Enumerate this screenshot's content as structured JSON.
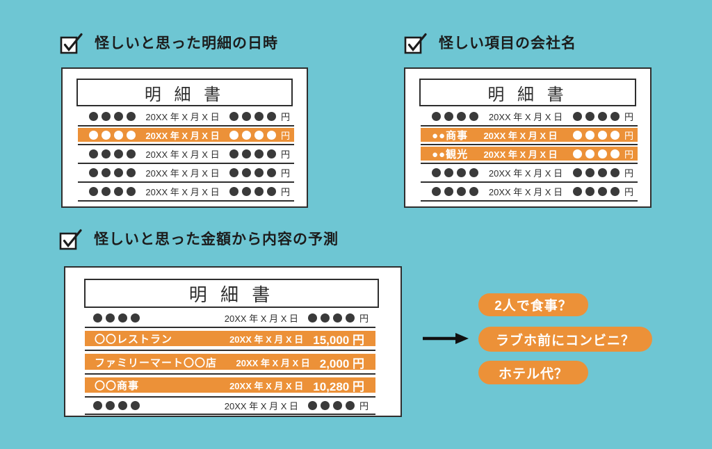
{
  "colors": {
    "background": "#6EC6D3",
    "highlight_orange": "#EC9138",
    "ink": "#2E2E2E",
    "dot_gray": "#3A3A3A",
    "white": "#FFFFFF"
  },
  "checklist": {
    "item1": "怪しいと思った明細の日時",
    "item2": "怪しい項目の会社名",
    "item3": "怪しいと思った金額から内容の予測"
  },
  "statement": {
    "title": "明 細 書",
    "date": "20XX 年 X 月 X 日",
    "yen": "円"
  },
  "company_card": {
    "row2_label": "●●商事",
    "row3_label": "●●観光"
  },
  "amount_card": {
    "rows": [
      {
        "label": "〇〇レストラン",
        "amount": "15,000 円"
      },
      {
        "label": "ファミリーマート〇〇店",
        "amount": "2,000 円"
      },
      {
        "label": "〇〇商事",
        "amount": "10,280 円"
      }
    ]
  },
  "guesses": {
    "badge1": "2人で食事？",
    "badge2": "ラブホ前にコンビニ？",
    "badge3": "ホテル代？"
  }
}
